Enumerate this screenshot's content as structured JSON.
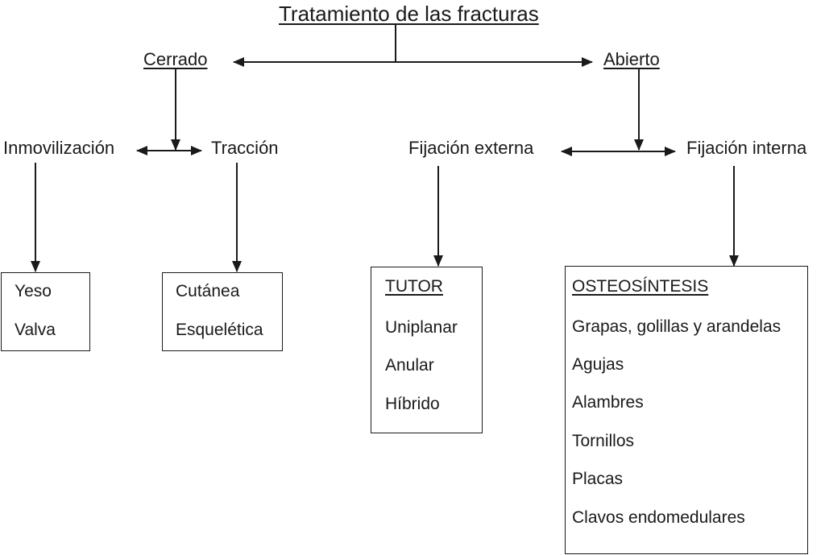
{
  "title": "Tratamiento de las fracturas",
  "level1": {
    "closed": "Cerrado",
    "open": "Abierto"
  },
  "level2": {
    "immobilization": "Inmovilización",
    "traction": "Tracción",
    "external_fixation": "Fijación externa",
    "internal_fixation": "Fijación interna"
  },
  "boxes": {
    "immobilization": {
      "items": [
        "Yeso",
        "Valva"
      ]
    },
    "traction": {
      "items": [
        "Cutánea",
        "Esquelética"
      ]
    },
    "external": {
      "heading": "TUTOR",
      "items": [
        "Uniplanar",
        "Anular",
        "Híbrido"
      ]
    },
    "internal": {
      "heading": "OSTEOSÍNTESIS",
      "items": [
        "Grapas, golillas y arandelas",
        "Agujas",
        "Alambres",
        "Tornillos",
        "Placas",
        "Clavos endomedulares"
      ]
    }
  }
}
